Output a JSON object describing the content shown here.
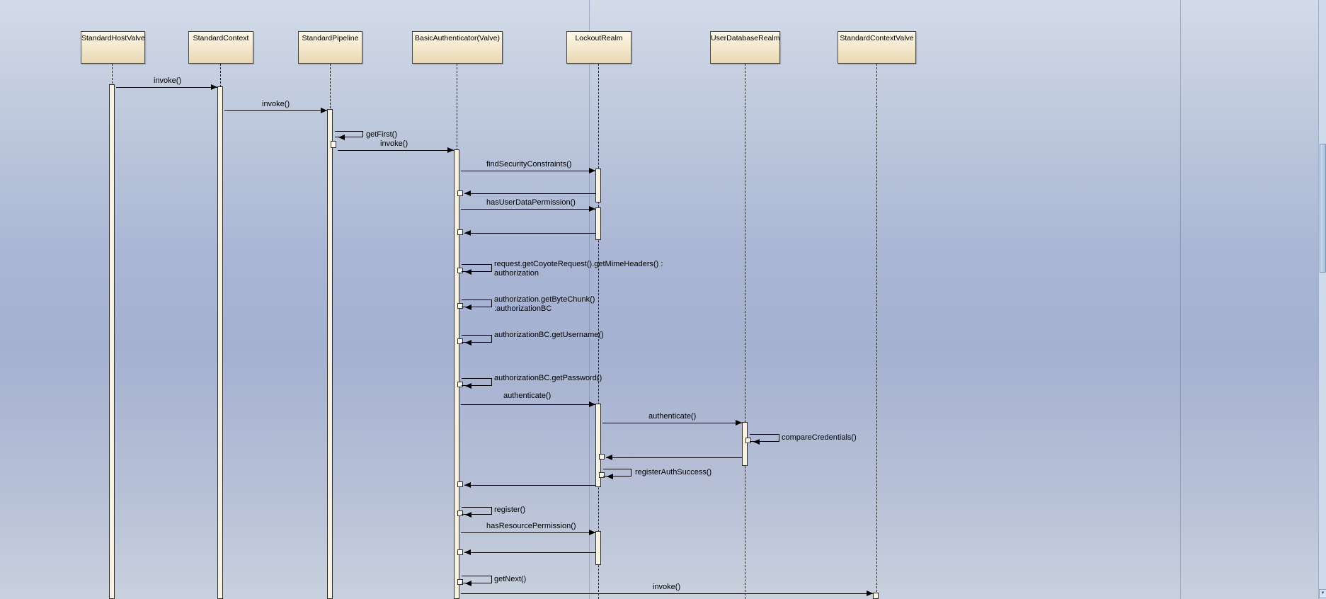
{
  "colors": {
    "background_top": "#d3dbe8",
    "background_middle": "#a5b1d1",
    "background_bottom": "#c9d1de",
    "lifeline_head_fill_top": "#fdf8ea",
    "lifeline_head_fill_bottom": "#e8d7b4",
    "activation_fill": "#f7f2e2",
    "line_color": "#000000"
  },
  "diagram": {
    "lifelines": [
      {
        "label": "StandardHostValve"
      },
      {
        "label": "StandardContext"
      },
      {
        "label": "StandardPipeline"
      },
      {
        "label": "BasicAuthenticator(Valve)"
      },
      {
        "label": "LockoutRealm"
      },
      {
        "label": "UserDatabaseRealm"
      },
      {
        "label": "StandardContextValve"
      }
    ],
    "messages": [
      {
        "kind": "call",
        "from": "StandardHostValve",
        "to": "StandardContext",
        "label": "invoke()"
      },
      {
        "kind": "call",
        "from": "StandardContext",
        "to": "StandardPipeline",
        "label": "invoke()"
      },
      {
        "kind": "self",
        "from": "StandardPipeline",
        "to": "StandardPipeline",
        "label": "getFirst()"
      },
      {
        "kind": "call",
        "from": "StandardPipeline",
        "to": "BasicAuthenticator(Valve)",
        "label": "invoke()"
      },
      {
        "kind": "call",
        "from": "BasicAuthenticator(Valve)",
        "to": "LockoutRealm",
        "label": "findSecurityConstraints()"
      },
      {
        "kind": "return",
        "from": "LockoutRealm",
        "to": "BasicAuthenticator(Valve)",
        "label": ""
      },
      {
        "kind": "call",
        "from": "BasicAuthenticator(Valve)",
        "to": "LockoutRealm",
        "label": "hasUserDataPermission()"
      },
      {
        "kind": "return",
        "from": "LockoutRealm",
        "to": "BasicAuthenticator(Valve)",
        "label": ""
      },
      {
        "kind": "self",
        "from": "BasicAuthenticator(Valve)",
        "to": "BasicAuthenticator(Valve)",
        "label": "request.getCoyoteRequest().getMimeHeaders() :\nauthorization"
      },
      {
        "kind": "self",
        "from": "BasicAuthenticator(Valve)",
        "to": "BasicAuthenticator(Valve)",
        "label": "authorization.getByteChunk()\n:authorizationBC"
      },
      {
        "kind": "self",
        "from": "BasicAuthenticator(Valve)",
        "to": "BasicAuthenticator(Valve)",
        "label": "authorizationBC.getUsername()"
      },
      {
        "kind": "self",
        "from": "BasicAuthenticator(Valve)",
        "to": "BasicAuthenticator(Valve)",
        "label": "authorizationBC.getPassword()"
      },
      {
        "kind": "call",
        "from": "BasicAuthenticator(Valve)",
        "to": "LockoutRealm",
        "label": "authenticate()"
      },
      {
        "kind": "call",
        "from": "LockoutRealm",
        "to": "UserDatabaseRealm",
        "label": "authenticate()"
      },
      {
        "kind": "self",
        "from": "UserDatabaseRealm",
        "to": "UserDatabaseRealm",
        "label": "compareCredentials()"
      },
      {
        "kind": "return",
        "from": "UserDatabaseRealm",
        "to": "LockoutRealm",
        "label": ""
      },
      {
        "kind": "self",
        "from": "LockoutRealm",
        "to": "LockoutRealm",
        "label": "registerAuthSuccess()"
      },
      {
        "kind": "return",
        "from": "LockoutRealm",
        "to": "BasicAuthenticator(Valve)",
        "label": ""
      },
      {
        "kind": "self",
        "from": "BasicAuthenticator(Valve)",
        "to": "BasicAuthenticator(Valve)",
        "label": "register()"
      },
      {
        "kind": "call",
        "from": "BasicAuthenticator(Valve)",
        "to": "LockoutRealm",
        "label": "hasResourcePermission()"
      },
      {
        "kind": "return",
        "from": "LockoutRealm",
        "to": "BasicAuthenticator(Valve)",
        "label": ""
      },
      {
        "kind": "self",
        "from": "BasicAuthenticator(Valve)",
        "to": "BasicAuthenticator(Valve)",
        "label": "getNext()"
      },
      {
        "kind": "call",
        "from": "BasicAuthenticator(Valve)",
        "to": "StandardContextValve",
        "label": "invoke()"
      }
    ]
  },
  "scrollbar": {
    "down_arrow": "▼"
  }
}
